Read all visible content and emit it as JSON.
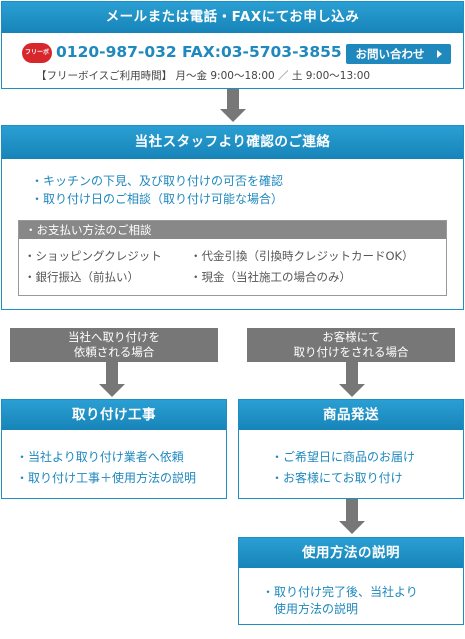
{
  "contact": {
    "title": "メールまたは電話・FAXにてお申し込み",
    "freedial_logo": "フリーボイス",
    "phone": "0120-987-032",
    "fax": "FAX:03-5703-3855",
    "inquiry_button": "お問い合わせ",
    "hours": "【フリーボイスご利用時間】 月～金 9:00～18:00 ／ 土 9:00～13:00"
  },
  "confirm": {
    "title": "当社スタッフより確認のご連絡",
    "items": [
      "・キッチンの下見、及び取り付けの可否を確認",
      "・取り付け日のご相談（取り付け可能な場合）"
    ],
    "payment": {
      "title": "・お支払い方法のご相談",
      "items": [
        "・ショッピングクレジット",
        "・代金引換（引換時クレジットカードOK）",
        "・銀行振込（前払い）",
        "・現金（当社施工の場合のみ）"
      ]
    }
  },
  "branch_left": {
    "label_line1": "当社へ取り付けを",
    "label_line2": "依頼される場合"
  },
  "branch_right": {
    "label_line1": "お客様にて",
    "label_line2": "取り付けをされる場合"
  },
  "install": {
    "title": "取り付け工事",
    "items": [
      "・当社より取り付け業者へ依頼",
      "・取り付け工事＋使用方法の説明"
    ]
  },
  "shipping": {
    "title": "商品発送",
    "items": [
      "・ご希望日に商品のお届け",
      "・お客様にてお取り付け"
    ]
  },
  "usage": {
    "title": "使用方法の説明",
    "items_line1": "・取り付け完了後、当社より",
    "items_line2": "使用方法の説明"
  },
  "colors": {
    "accent": "#1f8fc1",
    "arrow": "#777777",
    "phone_red": "#d8262d"
  }
}
